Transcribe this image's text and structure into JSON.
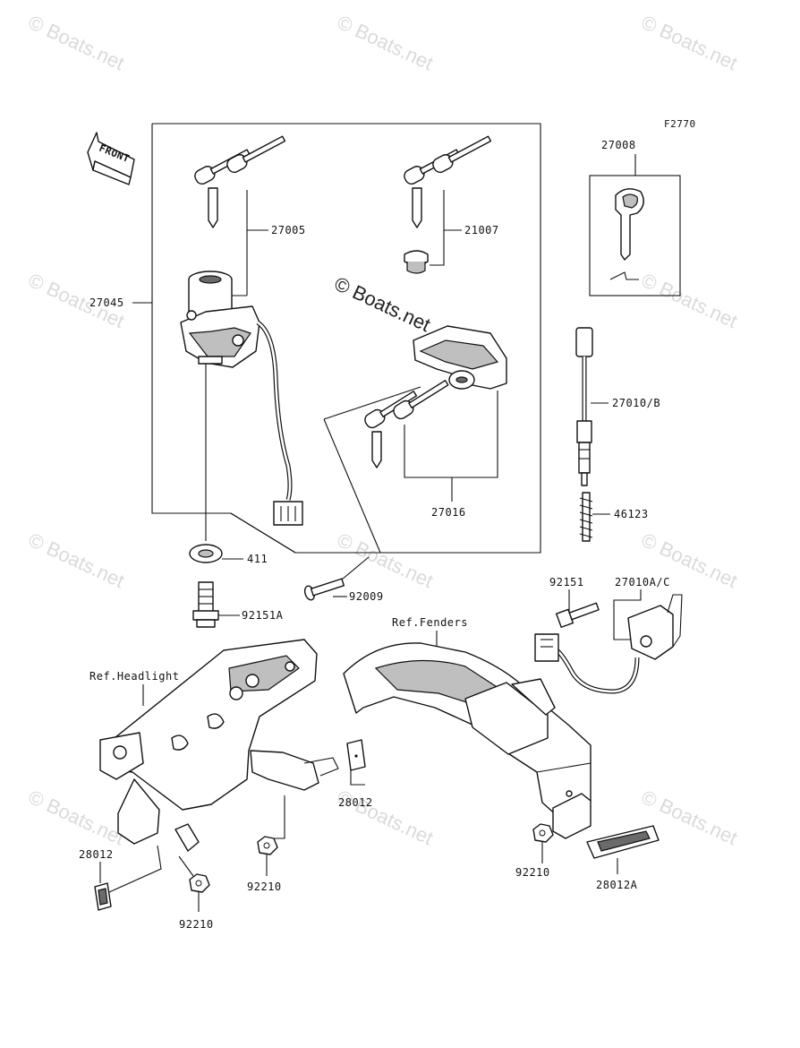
{
  "figure_code": "F2770",
  "front_arrow_label": "FRONT",
  "watermarks": {
    "tile_text": "© Boats.net",
    "center_text": "© Boats.net"
  },
  "labels": {
    "p27005": "27005",
    "p21007": "21007",
    "p27045": "27045",
    "p27008": "27008",
    "p27010b": "27010/B",
    "p46123": "46123",
    "p27016": "27016",
    "p411": "411",
    "p92009": "92009",
    "p92151a": "92151A",
    "p92151": "92151",
    "p27010ac": "27010A/C",
    "ref_fenders": "Ref.Fenders",
    "ref_headlight": "Ref.Headlight",
    "p28012_center": "28012",
    "p28012_left": "28012",
    "p92210_mid": "92210",
    "p92210_left": "92210",
    "p92210_right": "92210",
    "p28012a": "28012A"
  }
}
